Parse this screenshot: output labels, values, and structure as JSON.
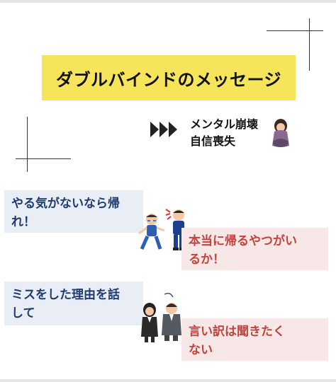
{
  "title": "ダブルバインドのメッセージ",
  "results": [
    "メンタル崩壊",
    "自信喪失"
  ],
  "pairs": [
    {
      "message": "やる気がないなら帰れ！",
      "message_lines": [
        "やる気がないなら帰",
        "れ！"
      ],
      "reply": "本当に帰るやつがいるか！",
      "reply_lines": [
        "本当に帰るやつがい",
        "るか！"
      ]
    },
    {
      "message": "ミスをした理由を話して",
      "message_lines": [
        "ミスをした理由を話",
        "して"
      ],
      "reply": "言い訳は聞きたくない",
      "reply_lines": [
        "言い訳は聞きたく",
        "ない"
      ]
    }
  ],
  "colors": {
    "title_bg": "#f6e45a",
    "message_bg": "#e8edf6",
    "message_text": "#1f3b6e",
    "reply_bg": "#f8e7e7",
    "reply_text": "#c1443f"
  },
  "icons": [
    "fast-forward-icon",
    "sad-person-icon",
    "angry-coach-icon",
    "crying-runner-icon",
    "angry-boss-icon",
    "sad-worker-icon"
  ]
}
